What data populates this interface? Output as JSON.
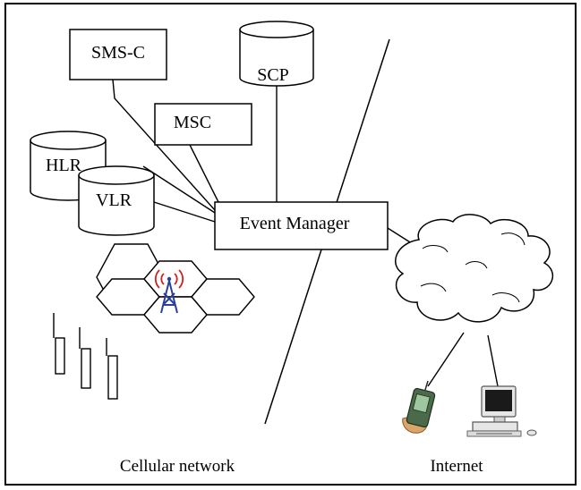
{
  "nodes": {
    "sms_c": "SMS-C",
    "scp": "SCP",
    "msc": "MSC",
    "hlr": "HLR",
    "vlr": "VLR",
    "event_manager": "Event Manager"
  },
  "regions": {
    "cellular": "Cellular network",
    "internet": "Internet"
  },
  "icons": {
    "tower": "cell-tower-icon",
    "pda": "pda-icon",
    "pc": "desktop-computer-icon",
    "cloud": "cloud-icon",
    "signal": "signal-strength-icon"
  },
  "colors": {
    "line": "#000000",
    "tower_red": "#cc2222",
    "tower_blue": "#2a3f9a",
    "pda_green": "#4a6a4a",
    "hand": "#d9a56b"
  }
}
